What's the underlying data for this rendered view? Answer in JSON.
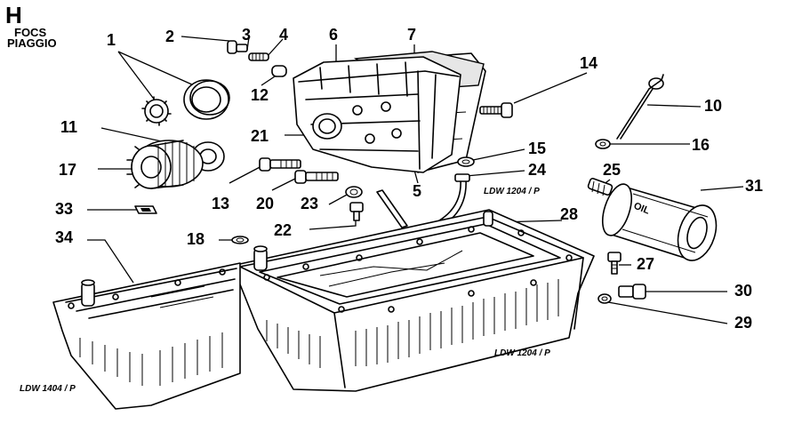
{
  "header": {
    "section_letter": "H",
    "line1": "FOCS",
    "line2": "PIAGGIO"
  },
  "references": {
    "ldw_1204_top": "LDW 1204 / P",
    "ldw_1204_bottom": "LDW 1204 / P",
    "ldw_1404": "LDW 1404 / P"
  },
  "callouts": {
    "p1": "1",
    "p2": "2",
    "p3": "3",
    "p4": "4",
    "p5": "5",
    "p6": "6",
    "p7": "7",
    "p10": "10",
    "p11": "11",
    "p12": "12",
    "p13": "13",
    "p14": "14",
    "p15": "15",
    "p16": "16",
    "p17": "17",
    "p18": "18",
    "p20": "20",
    "p21": "21",
    "p22": "22",
    "p23": "23",
    "p24": "24",
    "p25": "25",
    "p27": "27",
    "p28": "28",
    "p29": "29",
    "p30": "30",
    "p31": "31",
    "p33": "33",
    "p34": "34"
  },
  "filter_text": "OIL"
}
